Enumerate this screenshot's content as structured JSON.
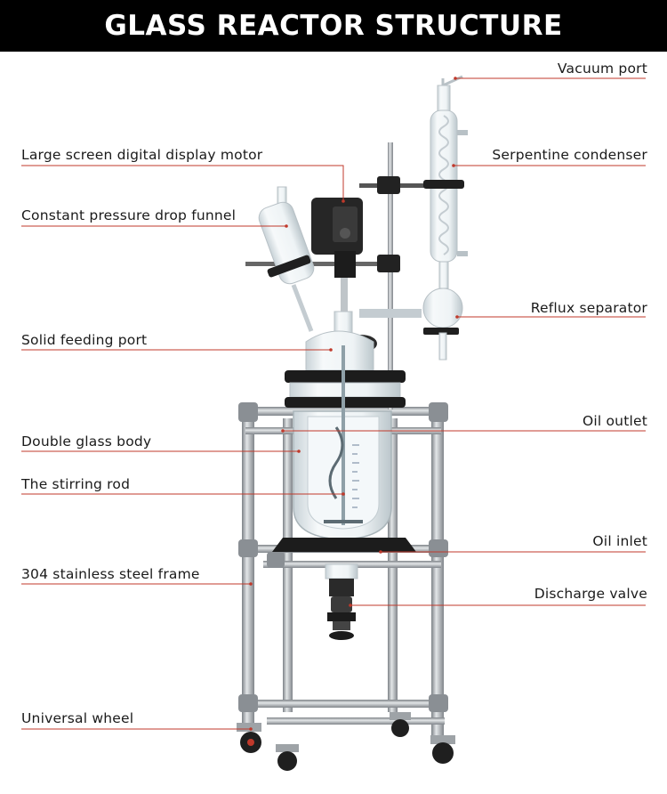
{
  "title": "GLASS REACTOR STRUCTURE",
  "colors": {
    "banner_bg": "#000000",
    "banner_text": "#ffffff",
    "leader_line": "#c0392b",
    "steel": "#a9aeb3",
    "glass": "#e9eff2"
  },
  "labels": {
    "vacuum_port": "Vacuum port",
    "display_motor": "Large screen digital display motor",
    "serpentine_condenser": "Serpentine condenser",
    "drop_funnel": "Constant pressure drop funnel",
    "reflux_separator": "Reflux separator",
    "solid_feeding_port": "Solid feeding port",
    "oil_outlet": "Oil outlet",
    "double_glass_body": "Double glass body",
    "stirring_rod": "The stirring rod",
    "oil_inlet": "Oil inlet",
    "steel_frame": "304 stainless steel frame",
    "discharge_valve": "Discharge valve",
    "universal_wheel": "Universal wheel"
  }
}
